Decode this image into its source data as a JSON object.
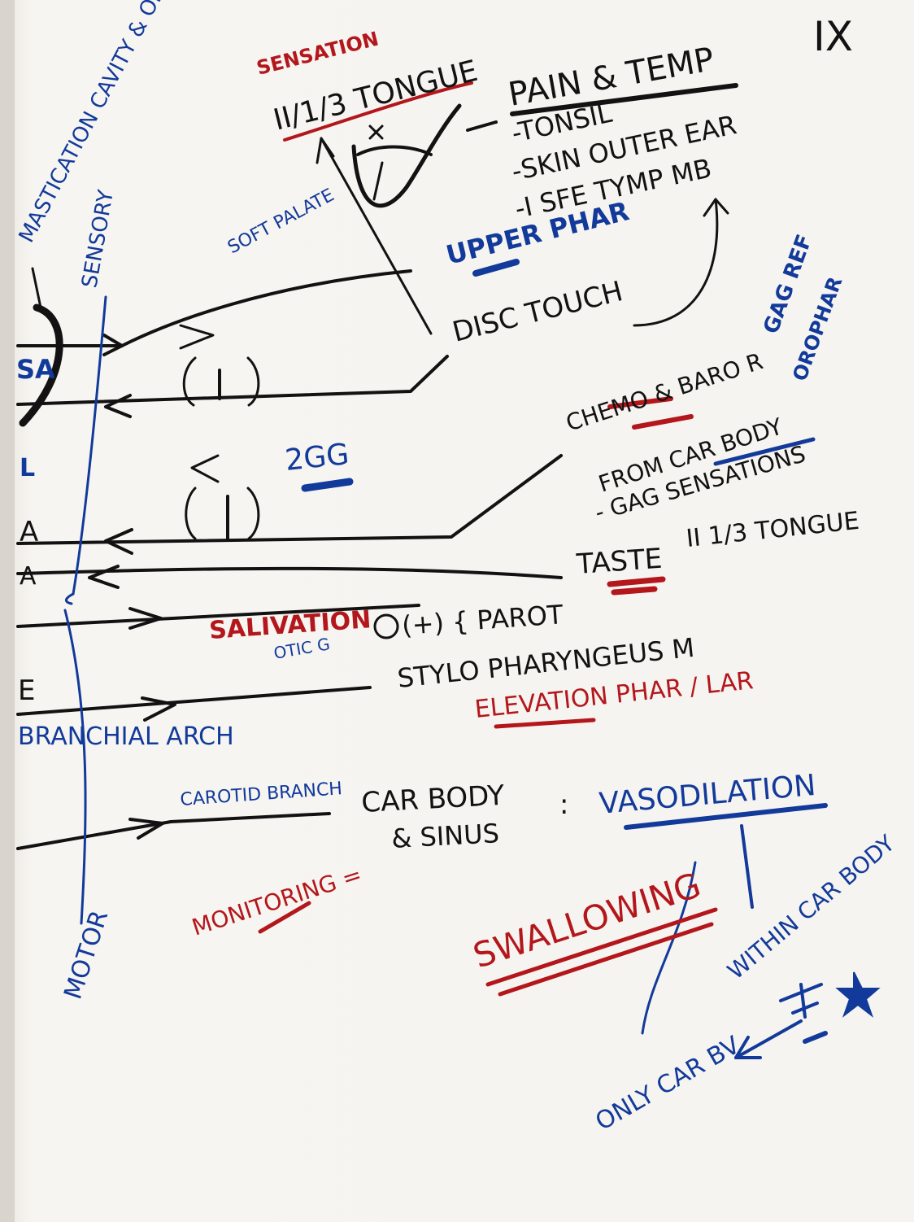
{
  "page": {
    "nerve_number": "IX"
  },
  "colors": {
    "black_ink": "#121212",
    "red_ink": "#b3171c",
    "blue_ink": "#123a9a",
    "paper": "#f6f4f0"
  },
  "top": {
    "sensation": "SENSATION",
    "tongue_third": "II/1/3 TONGUE",
    "pain_temp": "PAIN & TEMP",
    "tonsil": "-TONSIL",
    "skin_outer_ear": "-SKIN OUTER EAR",
    "tymp_memb": "-I SFE TYMP MB",
    "soft_palate": "SOFT PALATE",
    "upper_pharynx": "UPPER PHAR",
    "disc_touch": "DISC TOUCH",
    "gag_reflex": "GAG REF",
    "oropharynx": "OROPHAR"
  },
  "left": {
    "labels": [
      "MASTICATION CAVITY & OROPHAR",
      "SENSORY"
    ],
    "edge_letters": [
      "SA",
      "L",
      "A",
      "A",
      "E"
    ],
    "branchial_arch": "BRANCHIAL ARCH",
    "motor": "MOTOR"
  },
  "middle": {
    "ganglion": "2GG",
    "chemo_baro": "CHEMO & BARO R",
    "from_car_body": "FROM CAR BODY",
    "gag_sensations": "- GAG SENSATIONS",
    "taste": "TASTE",
    "taste_tongue": "II 1/3 TONGUE",
    "salivation": "SALIVATION",
    "otic_ganglion": "OTIC G",
    "parotid": "(+) { PAROT",
    "stylopharyngeus": "STYLO PHARYNGEUS M",
    "elevation": "ELEVATION PHAR / LAR"
  },
  "bottom": {
    "carotid_branch": "CAROTID BRANCH",
    "car_body": "CAR BODY",
    "and_sinus": "& SINUS",
    "colon": ":",
    "monitoring": "MONITORING =",
    "vasodilation": "VASODILATION",
    "swallowing": "SWALLOWING",
    "within_car_body": "WITHIN CAR BODY",
    "only_car_bv": "ONLY CAR BV"
  }
}
